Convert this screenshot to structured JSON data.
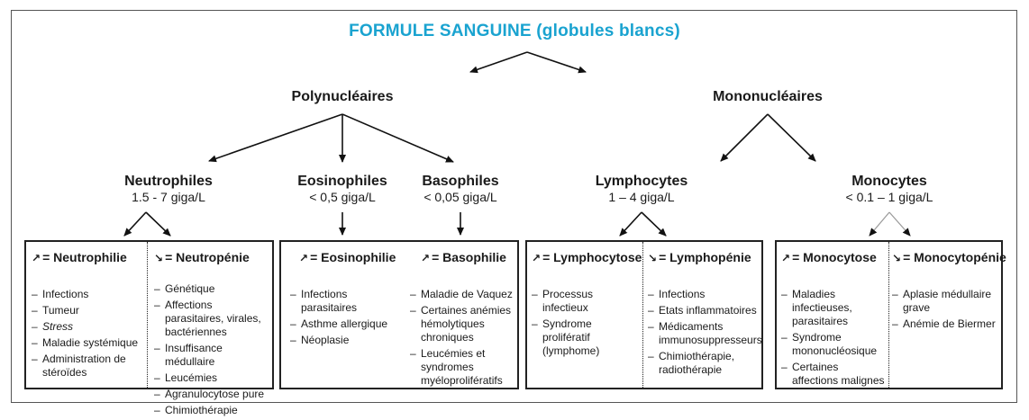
{
  "title": "FORMULE SANGUINE (globules blancs)",
  "groups": {
    "poly": "Polynucléaires",
    "mono": "Mononucléaires"
  },
  "cells": {
    "neutro": {
      "name": "Neutrophiles",
      "range": "1.5 - 7 giga/L"
    },
    "eosino": {
      "name": "Eosinophiles",
      "range": "< 0,5 giga/L"
    },
    "baso": {
      "name": "Basophiles",
      "range": "< 0,05 giga/L"
    },
    "lympho": {
      "name": "Lymphocytes",
      "range": "1 – 4 giga/L"
    },
    "mono": {
      "name": "Monocytes",
      "range": "< 0.1 – 1 giga/L"
    }
  },
  "arrows": {
    "up": "↗",
    "down": "↘"
  },
  "boxes": {
    "neutrophilie": {
      "label": "= Neutrophilie",
      "items": [
        "Infections",
        "Tumeur",
        "Stress",
        "Maladie systémique",
        "Administration de stéroïdes"
      ]
    },
    "neutropenie": {
      "label": "= Neutropénie",
      "items": [
        "Génétique",
        "Affections parasitaires, virales, bactériennes",
        "Insuffisance médullaire",
        "Leucémies",
        "Agranulocytose pure",
        "Chimiothérapie"
      ]
    },
    "eosinophilie": {
      "label": "= Eosinophilie",
      "items": [
        "Infections parasitaires",
        "Asthme allergique",
        "Néoplasie"
      ]
    },
    "basophilie": {
      "label": "= Basophilie",
      "items": [
        "Maladie de Vaquez",
        "Certaines anémies hémolytiques chroniques",
        "Leucémies et syndromes myéloprolifératifs"
      ]
    },
    "lymphocytose": {
      "label": "= Lymphocytose",
      "items": [
        "Processus infectieux",
        "Syndrome prolifératif (lymphome)"
      ]
    },
    "lymphopenie": {
      "label": "= Lymphopénie",
      "items": [
        "Infections",
        "Etats inflammatoires",
        "Médicaments immunosuppresseurs",
        "Chimiothérapie, radiothérapie"
      ]
    },
    "monocytose": {
      "label": "= Monocytose",
      "items": [
        "Maladies infectieuses, parasitaires",
        "Syndrome mononucléosique",
        "Certaines affections malignes"
      ]
    },
    "monocytopenie": {
      "label": "= Monocytopénie",
      "items": [
        "Aplasie médullaire grave",
        "Anémie de Biermer"
      ]
    }
  }
}
